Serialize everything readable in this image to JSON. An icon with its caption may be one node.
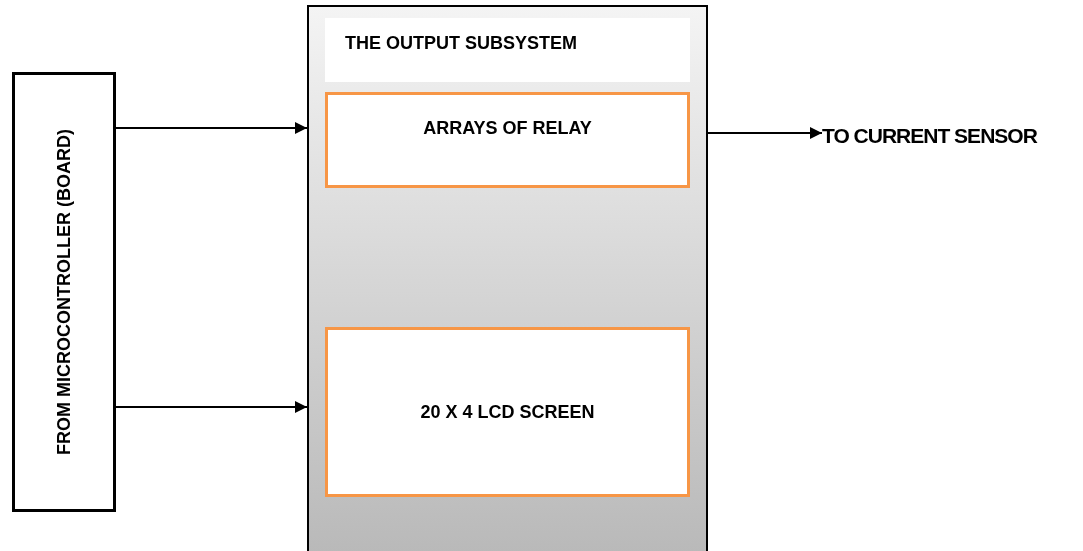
{
  "diagram": {
    "nodes": [
      {
        "text": [
          "FROM MICROCONTROLLER (BOARD)"
        ]
      },
      {
        "text": [],
        "shape": "box"
      },
      {
        "text": [
          "THE OUTPUT SUBSYSTEM"
        ],
        "in": 1
      },
      {
        "text": [
          "ARRAYS OF RELAY"
        ],
        "in": 1
      },
      {
        "text": [
          "20 X 4 LCD SCREEN"
        ],
        "in": 1
      },
      {
        "text": [
          "TO CURRENT SENSOR"
        ]
      }
    ],
    "edges": [
      {
        "from": 0,
        "to": 1,
        "arrow": "to"
      },
      {
        "from": 0,
        "to": 1,
        "arrow": "to"
      },
      {
        "from": 1,
        "to": 5,
        "arrow": "to"
      }
    ]
  }
}
